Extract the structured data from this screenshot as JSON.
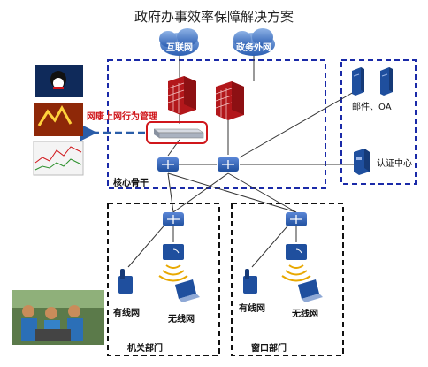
{
  "title": "政府办事效率保障解决方案",
  "clouds": {
    "internet": "互联网",
    "gov_extranet": "政务外网"
  },
  "labels": {
    "behavior_mgmt": "网康上网行为管理",
    "core_backbone": "核心骨干",
    "mail_oa": "邮件、OA",
    "auth_center": "认证中心",
    "wired_left": "有线网",
    "wireless_left": "无线网",
    "wired_right": "有线网",
    "wireless_right": "无线网",
    "dept_office": "机关部门",
    "dept_window": "窗口部门"
  },
  "colors": {
    "blue_box": "#1a2aa8",
    "black_box": "#111111",
    "arrow_blue": "#2a5da8",
    "highlight_red": "#d0161b",
    "device_blue": "#1f4f9e"
  }
}
